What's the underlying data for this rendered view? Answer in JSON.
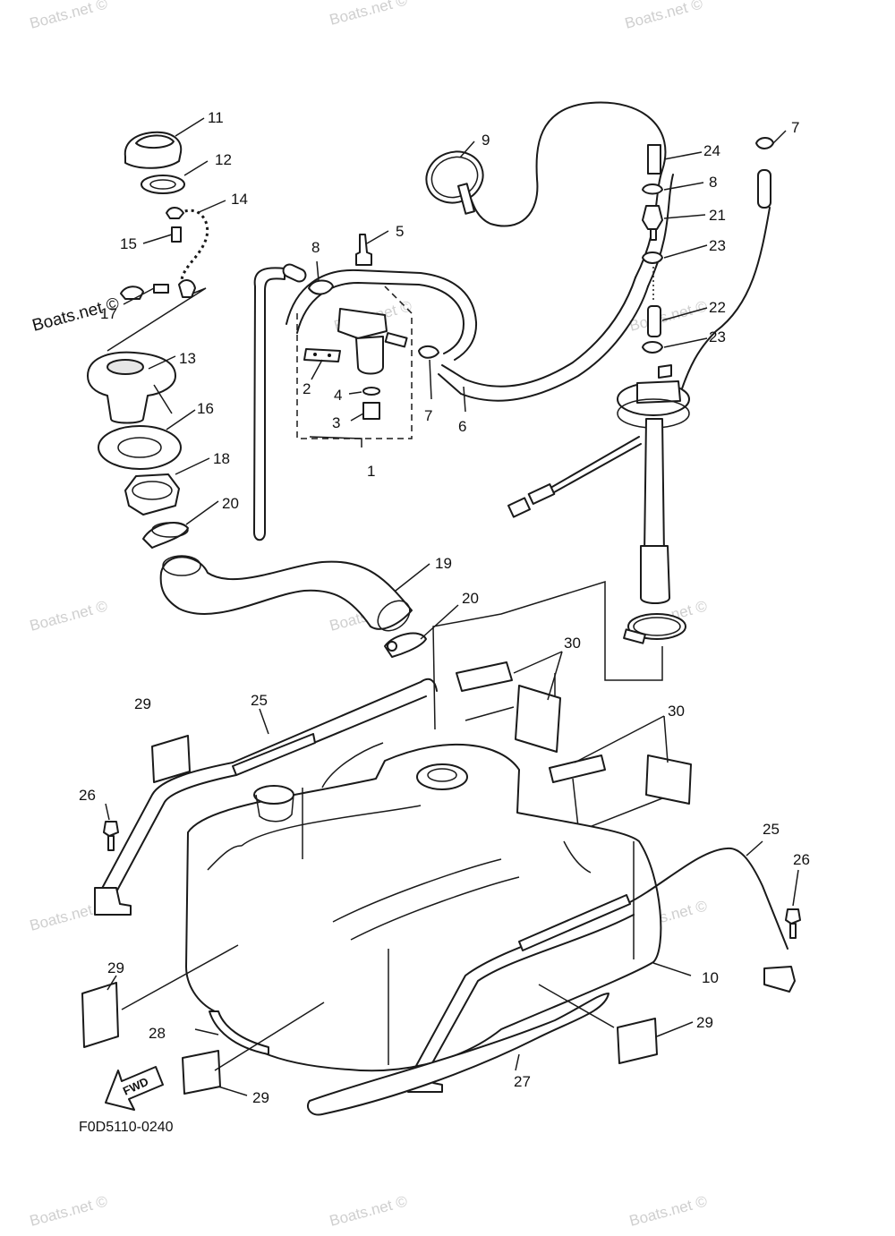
{
  "watermark": "Boats.net ©",
  "watermark_main": "Boats.net ©",
  "diagram_code": "F0D5110-0240",
  "fwd_label": "FWD",
  "callouts": {
    "c1": "1",
    "c2": "2",
    "c3": "3",
    "c4": "4",
    "c5": "5",
    "c6": "6",
    "c7a": "7",
    "c7b": "7",
    "c8a": "8",
    "c8b": "8",
    "c9": "9",
    "c10": "10",
    "c11": "11",
    "c12": "12",
    "c13": "13",
    "c14": "14",
    "c15": "15",
    "c16": "16",
    "c17": "17",
    "c18": "18",
    "c19": "19",
    "c20a": "20",
    "c20b": "20",
    "c21": "21",
    "c22": "22",
    "c23a": "23",
    "c23b": "23",
    "c24": "24",
    "c25a": "25",
    "c25b": "25",
    "c26a": "26",
    "c26b": "26",
    "c27": "27",
    "c28": "28",
    "c29a": "29",
    "c29b": "29",
    "c29c": "29",
    "c29d": "29",
    "c30a": "30",
    "c30b": "30"
  }
}
